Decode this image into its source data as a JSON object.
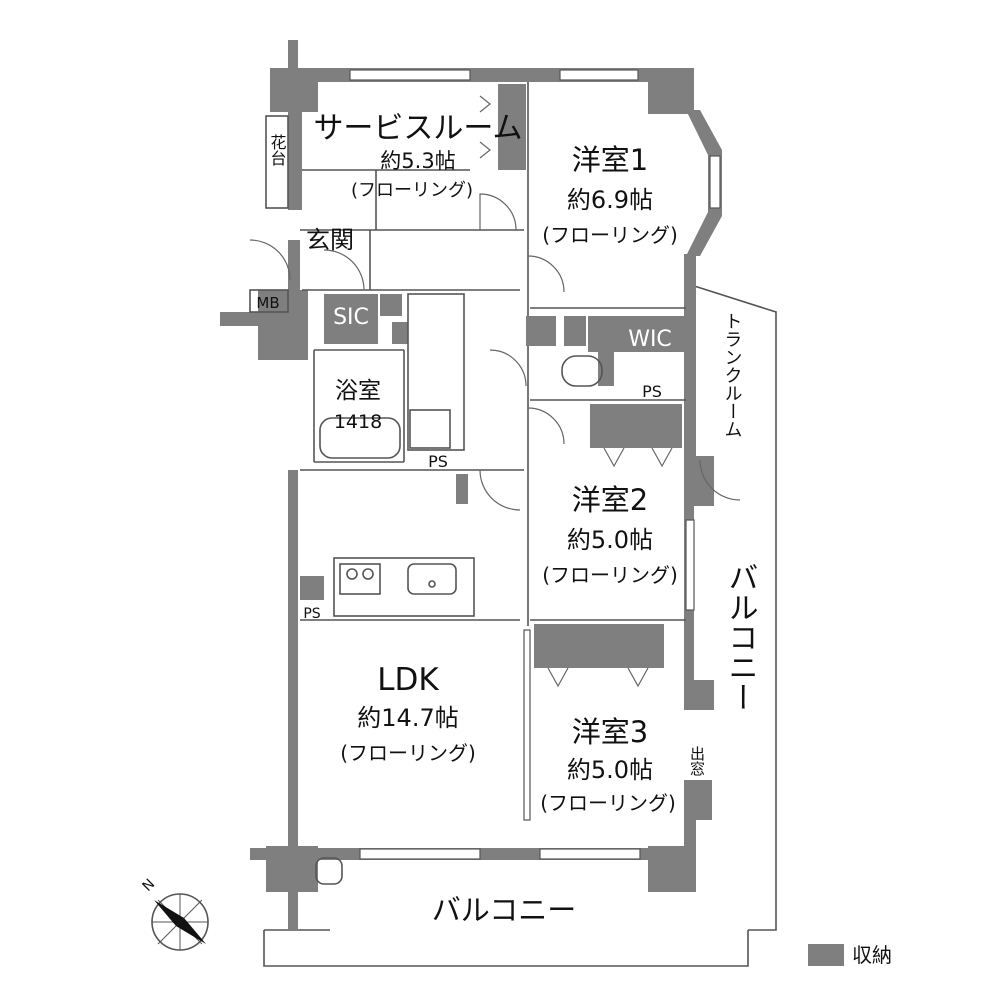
{
  "rooms": {
    "service_room": {
      "name": "サービスルーム",
      "size": "約5.3帖",
      "floor": "(フローリング)"
    },
    "bedroom1": {
      "name": "洋室1",
      "size": "約6.9帖",
      "floor": "(フローリング)"
    },
    "bedroom2": {
      "name": "洋室2",
      "size": "約5.0帖",
      "floor": "(フローリング)"
    },
    "bedroom3": {
      "name": "洋室3",
      "size": "約5.0帖",
      "floor": "(フローリング)"
    },
    "ldk": {
      "name": "LDK",
      "size": "約14.7帖",
      "floor": "(フローリング)"
    },
    "entrance": {
      "name": "玄関"
    },
    "bath": {
      "name": "浴室",
      "size": "1418"
    }
  },
  "labels": {
    "flower_box": "花台",
    "mb": "MB",
    "sic": "SIC",
    "wic": "WIC",
    "ps": "PS",
    "trunk_room": "トランクルーム",
    "balcony_east": "バルコニー",
    "balcony_south": "バルコニー",
    "bay_window": "出窓"
  },
  "legend": {
    "storage": "収納"
  },
  "colors": {
    "storage": "#7f7f7f",
    "wall": "#7f7f7f"
  }
}
